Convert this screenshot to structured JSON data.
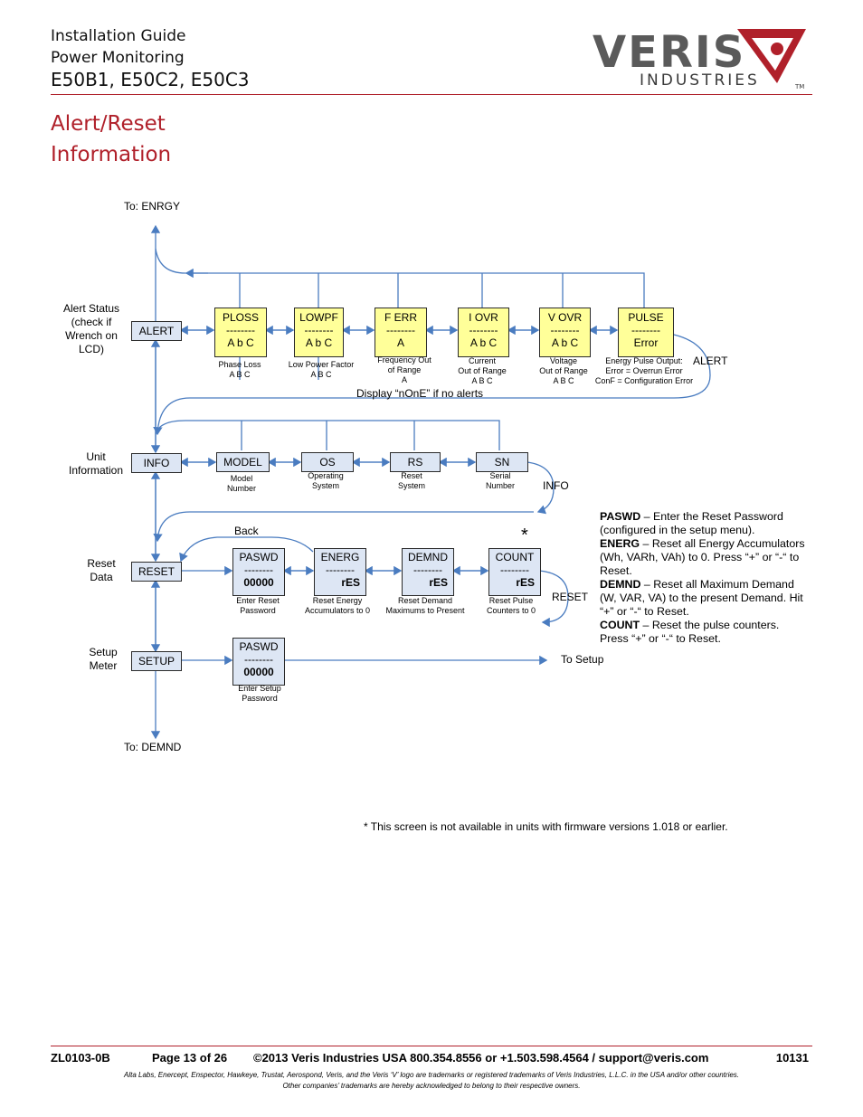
{
  "header": {
    "line1": "Installation Guide",
    "line2": "Power Monitoring",
    "line3": "E50B1, E50C2, E50C3",
    "logo_main": "VERIS",
    "logo_sub": "INDUSTRIES",
    "logo_tm": "TM"
  },
  "section_title_1": "Alert/Reset",
  "section_title_2": "Information",
  "diagram": {
    "to_energy": "To: ENRGY",
    "to_demnd": "To: DEMND",
    "to_setup": "To Setup",
    "back": "Back",
    "alert_arrow": "ALERT",
    "info_arrow": "INFO",
    "reset_arrow": "RESET",
    "asterisk": "*",
    "display_none": "Display “nOnE” if no alerts",
    "rows": {
      "alert": {
        "side_label": [
          "Alert Status",
          "(check if",
          "Wrench on",
          "LCD)"
        ],
        "key": "ALERT"
      },
      "info": {
        "side_label": [
          "Unit",
          "Information"
        ],
        "key": "INFO"
      },
      "reset": {
        "side_label": [
          "Reset",
          "Data"
        ],
        "key": "RESET"
      },
      "setup": {
        "side_label": [
          "Setup",
          "Meter"
        ],
        "key": "SETUP"
      }
    },
    "alert_boxes": [
      {
        "l1": "PLOSS",
        "l2": "--------",
        "l3": "A b C",
        "cap": [
          "Phase Loss",
          "A B C"
        ]
      },
      {
        "l1": "LOWPF",
        "l2": "--------",
        "l3": "A b C",
        "cap": [
          "Low Power Factor",
          "A B C"
        ]
      },
      {
        "l1": "F ERR",
        "l2": "--------",
        "l3": "A",
        "cap": [
          "Frequency Out",
          "of Range",
          "A"
        ]
      },
      {
        "l1": "I  OVR",
        "l2": "--------",
        "l3": "A b C",
        "cap": [
          "Current",
          "Out of Range",
          "A B C"
        ]
      },
      {
        "l1": "V  OVR",
        "l2": "--------",
        "l3": "A b C",
        "cap": [
          "Voltage",
          "Out of Range",
          "A B C"
        ]
      },
      {
        "l1": "PULSE",
        "l2": "--------",
        "l3": "Error",
        "cap": [
          "Energy Pulse Output:",
          "Error = Overrun Error",
          "ConF = Configuration Error"
        ]
      }
    ],
    "info_boxes": [
      {
        "l1": "MODEL",
        "cap": [
          "Model",
          "Number"
        ]
      },
      {
        "l1": "OS",
        "cap": [
          "Operating",
          "System"
        ]
      },
      {
        "l1": "RS",
        "cap": [
          "Reset",
          "System"
        ]
      },
      {
        "l1": "SN",
        "cap": [
          "Serial",
          "Number"
        ]
      }
    ],
    "reset_boxes": [
      {
        "l1": "PASWD",
        "l2": "--------",
        "l3": "00000",
        "cap": [
          "Enter Reset",
          "Password"
        ]
      },
      {
        "l1": "ENERG",
        "l2": "--------",
        "l3": "rES",
        "cap": [
          "Reset Energy",
          "Accumulators to 0"
        ]
      },
      {
        "l1": "DEMND",
        "l2": "--------",
        "l3": "rES",
        "cap": [
          "Reset Demand",
          "Maximums to Present"
        ]
      },
      {
        "l1": "COUNT",
        "l2": "--------",
        "l3": "rES",
        "cap": [
          "Reset Pulse",
          "Counters to 0"
        ]
      }
    ],
    "setup_box": {
      "l1": "PASWD",
      "l2": "--------",
      "l3": "00000",
      "cap": [
        "Enter Setup",
        "Password"
      ]
    }
  },
  "notes": [
    {
      "term": "PASWD",
      "text": " – Enter the Reset Password (configured in the setup menu)."
    },
    {
      "term": "ENERG",
      "text": " – Reset all Energy Accumulators (Wh, VARh, VAh) to 0. Press “+” or “-“ to Reset."
    },
    {
      "term": "DEMND",
      "text": " – Reset all Maximum Demand (W, VAR, VA) to the present Demand. Hit “+” or “-“ to Reset."
    },
    {
      "term": "COUNT",
      "text": " – Reset the pulse counters. Press “+” or “-“ to Reset."
    }
  ],
  "asterisk_note": "*  This screen is not available in units with firmware versions 1.018 or earlier.",
  "footer": {
    "doc_id": "ZL0103-0B",
    "page": "Page 13 of 26",
    "copyright": "©2013 Veris Industries   USA 800.354.8556 or +1.503.598.4564  / support@veris.com",
    "code": "10131",
    "trademark_line1": "Alta Labs, Enercept, Enspector, Hawkeye, Trustat, Aerospond, Veris, and the Veris ‘V’ logo are trademarks or registered trademarks of  Veris Industries, L.L.C. in the USA and/or other countries.",
    "trademark_line2": "Other companies’ trademarks are hereby acknowledged to belong to their respective owners."
  },
  "colors": {
    "accent": "#b0202a",
    "arrow": "#4a7cc0",
    "alert_box": "#ffff99",
    "info_box": "#dde6f4"
  }
}
